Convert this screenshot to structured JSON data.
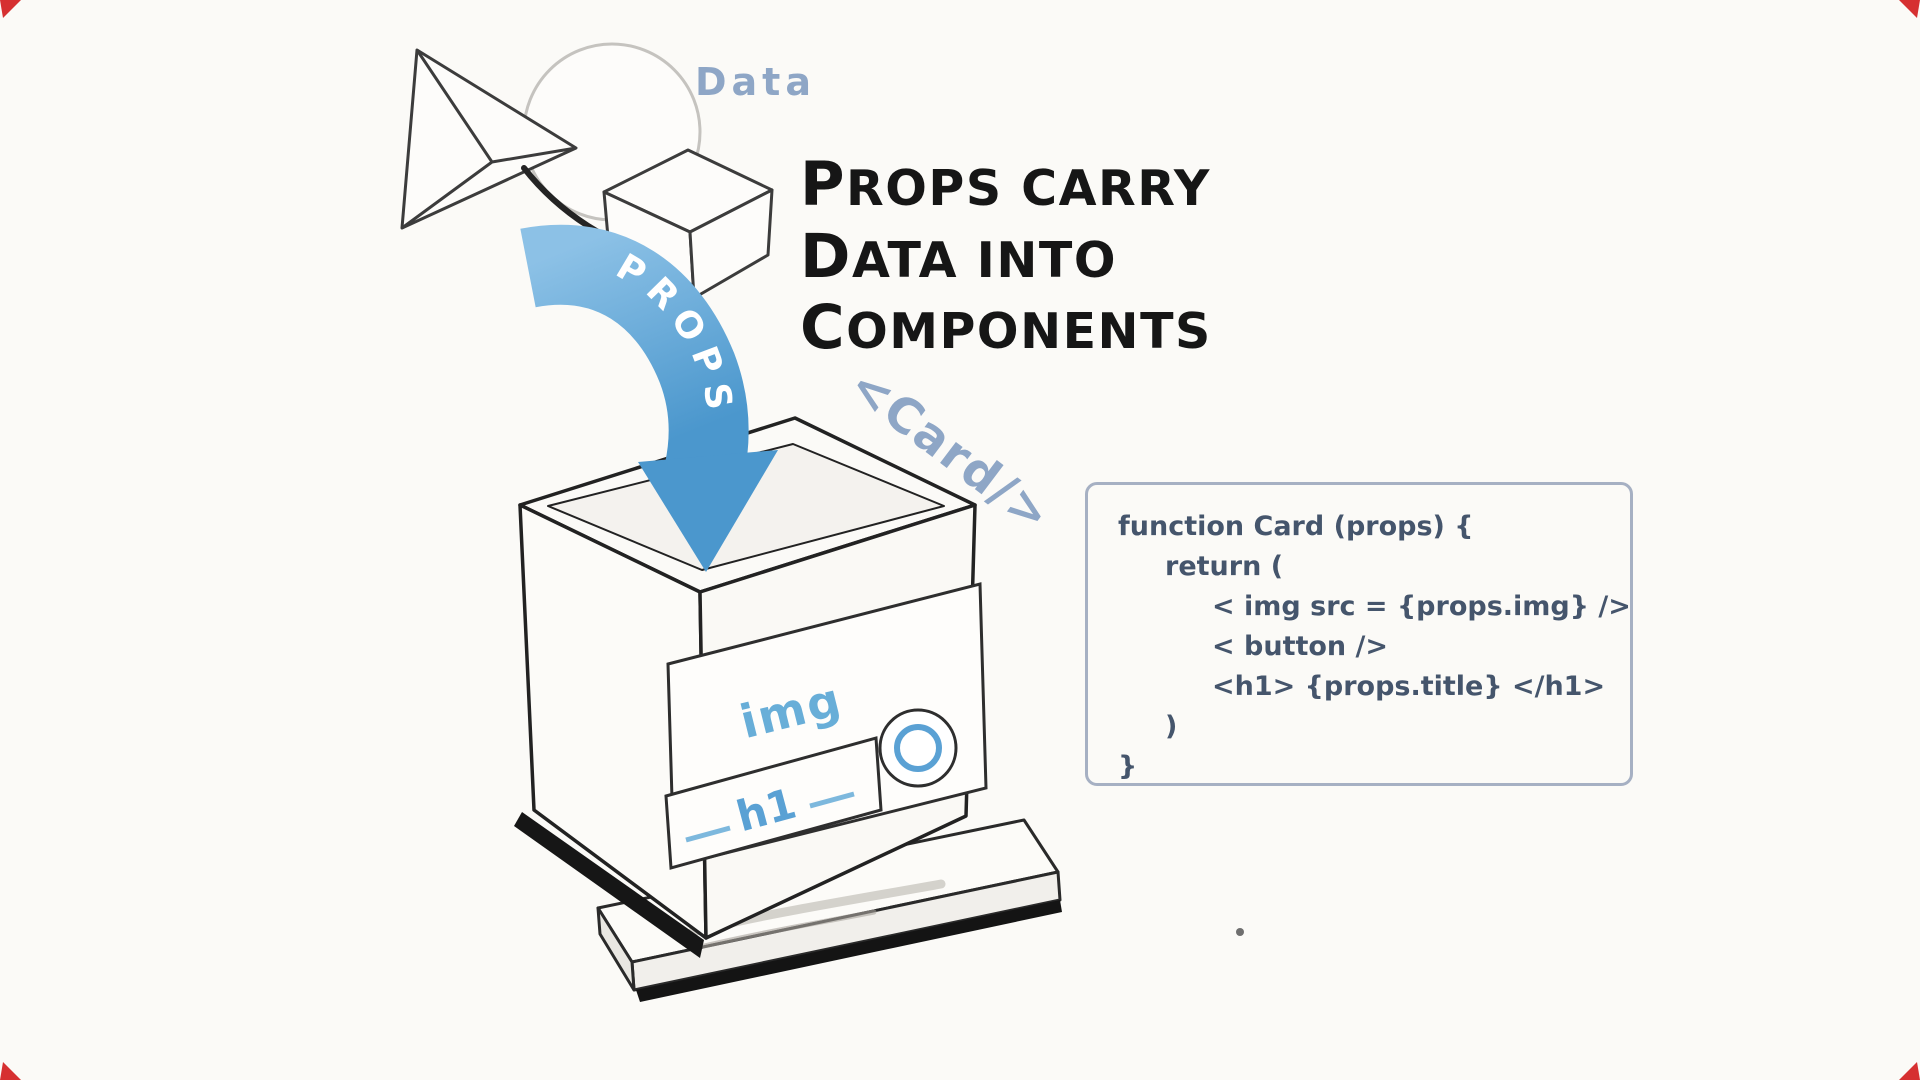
{
  "illustration": {
    "data_label": "Data",
    "props_label": "PROPS",
    "card_tag_label": "<Card/>",
    "img_label": "img",
    "h1_label": "h1"
  },
  "title": {
    "line1": "PROPS CARRY",
    "line2": "DATA INTO",
    "line3": "COMPONENTS"
  },
  "code_panel": {
    "lines": [
      "function Card (props) {",
      "     return (",
      "          < img src = {props.img} />",
      "          < button />",
      "          <h1> {props.title} </h1>",
      "     )",
      "}"
    ]
  },
  "colors": {
    "background": "#fbfaf7",
    "accent_blue": "#4b97cd",
    "label_blue": "#8ea6c6",
    "ink": "#161616",
    "code_text": "#45556c",
    "code_border": "#a6b0c3",
    "corner_marker_red": "#d63031"
  }
}
